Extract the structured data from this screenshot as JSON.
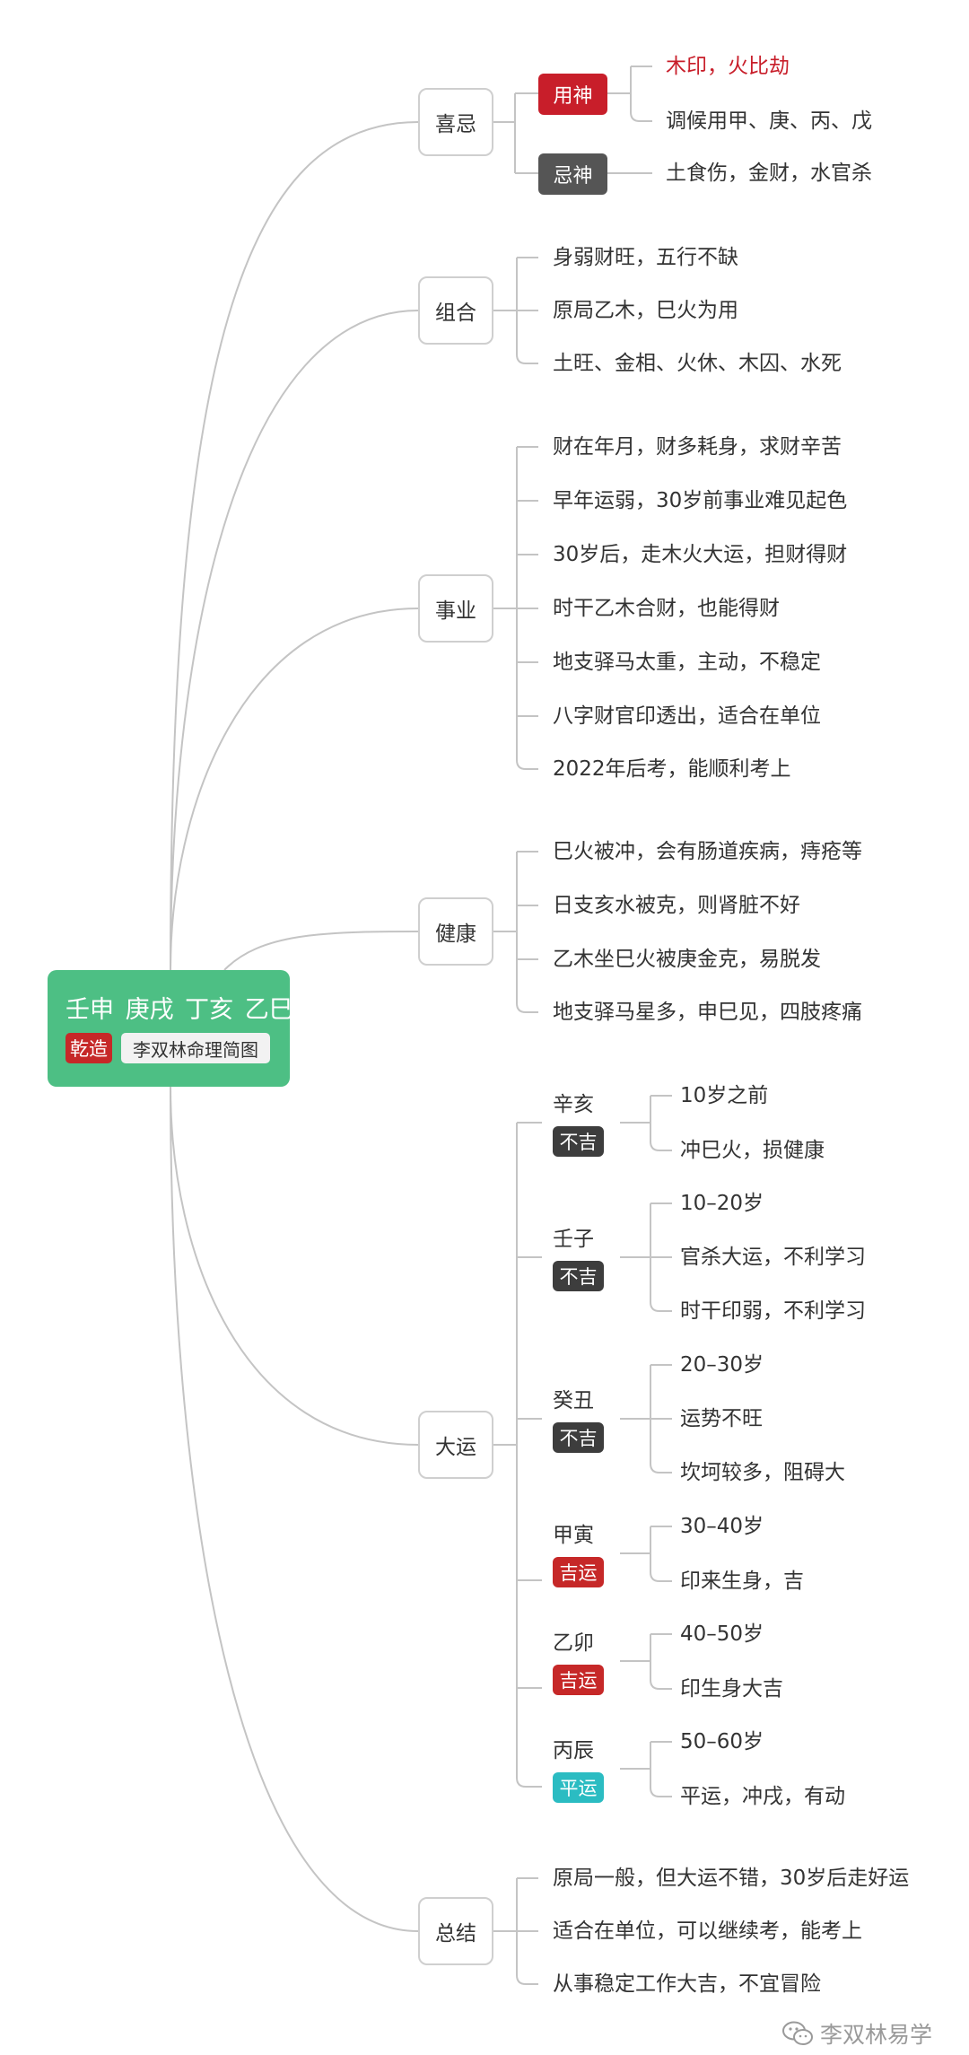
{
  "root": {
    "title": "壬申 庚戌 丁亥 乙巳",
    "tag_gender": "乾造",
    "tag_name": "李双林命理简图"
  },
  "watermark": "李双林易学",
  "tag_colors": {
    "yongshen": "#c81e2a",
    "jishen": "#555555",
    "buji": "#3d3d3d",
    "jiyun": "#c62828",
    "pingyun": "#2bbcc2"
  },
  "branches": {
    "xiji": {
      "label": "喜忌",
      "yongshen": {
        "tag": "用神",
        "items": [
          "木印，火比劫",
          "调候用甲、庚、丙、戊"
        ]
      },
      "jishen": {
        "tag": "忌神",
        "items": [
          "土食伤，金财，水官杀"
        ]
      }
    },
    "zuhe": {
      "label": "组合",
      "items": [
        "身弱财旺，五行不缺",
        "原局乙木，巳火为用",
        "土旺、金相、火休、木囚、水死"
      ]
    },
    "shiye": {
      "label": "事业",
      "items": [
        "财在年月，财多耗身，求财辛苦",
        "早年运弱，30岁前事业难见起色",
        "30岁后，走木火大运，担财得财",
        "时干乙木合财，也能得财",
        "地支驿马太重，主动，不稳定",
        "八字财官印透出，适合在单位",
        "2022年后考，能顺利考上"
      ]
    },
    "jiankang": {
      "label": "健康",
      "items": [
        "巳火被冲，会有肠道疾病，痔疮等",
        "日支亥水被克，则肾脏不好",
        "乙木坐巳火被庚金克，易脱发",
        "地支驿马星多，申巳见，四肢疼痛"
      ]
    },
    "dayun": {
      "label": "大运",
      "periods": [
        {
          "name": "辛亥",
          "tag": "不吉",
          "items": [
            "10岁之前",
            "冲巳火，损健康"
          ]
        },
        {
          "name": "壬子",
          "tag": "不吉",
          "items": [
            "10–20岁",
            "官杀大运，不利学习",
            "时干印弱，不利学习"
          ]
        },
        {
          "name": "癸丑",
          "tag": "不吉",
          "items": [
            "20–30岁",
            "运势不旺",
            "坎坷较多，阻碍大"
          ]
        },
        {
          "name": "甲寅",
          "tag": "吉运",
          "items": [
            "30–40岁",
            "印来生身，吉"
          ]
        },
        {
          "name": "乙卯",
          "tag": "吉运",
          "items": [
            "40–50岁",
            "印生身大吉"
          ]
        },
        {
          "name": "丙辰",
          "tag": "平运",
          "items": [
            "50–60岁",
            "平运，冲戌，有动"
          ]
        }
      ]
    },
    "zongjie": {
      "label": "总结",
      "items": [
        "原局一般，但大运不错，30岁后走好运",
        "适合在单位，可以继续考，能考上",
        "从事稳定工作大吉，不宜冒险"
      ]
    }
  }
}
